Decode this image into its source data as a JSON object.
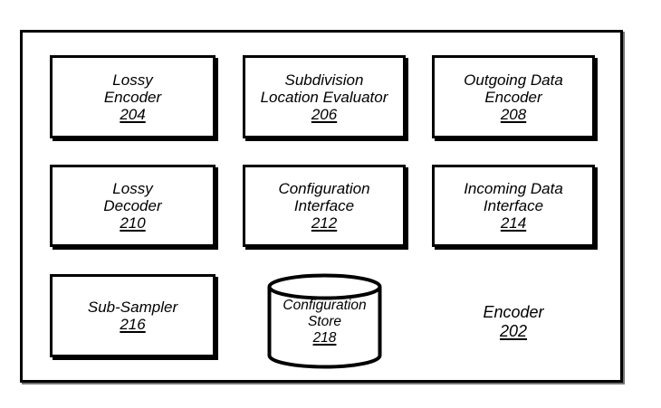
{
  "figure": {
    "colors": {
      "ink": "#000000",
      "background": "#ffffff"
    },
    "boxes": [
      {
        "line1": "Lossy",
        "line2": "Encoder",
        "ref": "204"
      },
      {
        "line1": "Subdivision",
        "line2": "Location Evaluator",
        "ref": "206"
      },
      {
        "line1": "Outgoing Data",
        "line2": "Encoder",
        "ref": "208"
      },
      {
        "line1": "Lossy",
        "line2": "Decoder",
        "ref": "210"
      },
      {
        "line1": "Configuration",
        "line2": "Interface",
        "ref": "212"
      },
      {
        "line1": "Incoming Data",
        "line2": "Interface",
        "ref": "214"
      },
      {
        "line1": "Sub-Sampler",
        "ref": "216"
      }
    ],
    "store": {
      "line1": "Configuration",
      "line2": "Store",
      "ref": "218"
    },
    "label": {
      "line1": "Encoder",
      "ref": "202"
    }
  }
}
